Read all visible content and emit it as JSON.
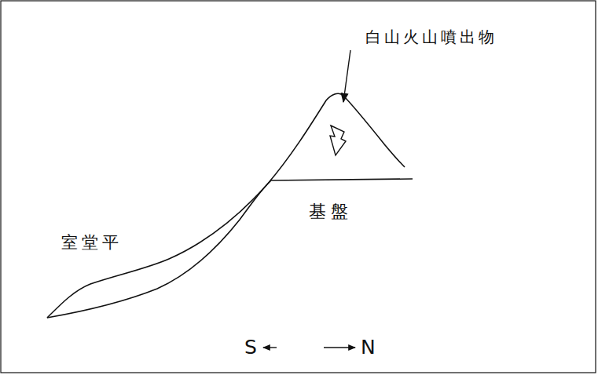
{
  "diagram": {
    "labels": [
      "白山火山噴出物",
      "基盤",
      "室堂平",
      "S",
      "N"
    ]
  }
}
